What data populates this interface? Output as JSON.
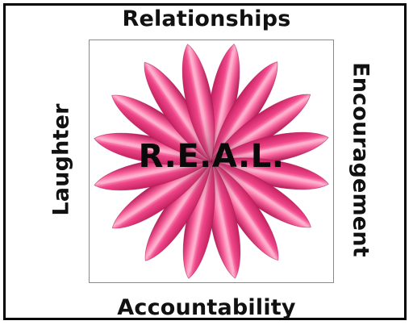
{
  "diagram": {
    "top_label": "Relationships",
    "right_label": "Encouragement",
    "bottom_label": "Accountability",
    "left_label": "Laughter",
    "center_label": "R.E.A.L.",
    "flower_color": "#f0468a",
    "flower_highlight": "#ffb3cf",
    "flower_shadow": "#a81a52"
  }
}
